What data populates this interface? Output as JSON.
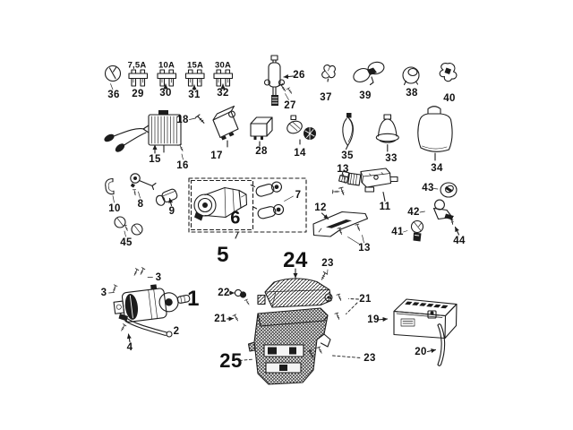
{
  "page": {
    "background": "#ffffff",
    "ink": "#1c1c1c"
  },
  "diagram": {
    "type": "exploded-parts-diagram",
    "fuse_ratings": [
      "7,5A",
      "10A",
      "15A",
      "30A"
    ],
    "callouts": [
      {
        "num": "36",
        "part": "grommet-clip"
      },
      {
        "num": "29",
        "part": "blade-fuse"
      },
      {
        "num": "30",
        "part": "blade-fuse"
      },
      {
        "num": "31",
        "part": "blade-fuse"
      },
      {
        "num": "32",
        "part": "blade-fuse"
      },
      {
        "num": "26",
        "part": "cylindrical-unit"
      },
      {
        "num": "27",
        "part": "screw-pair"
      },
      {
        "num": "37",
        "part": "retaining-clip"
      },
      {
        "num": "39",
        "part": "retaining-clip"
      },
      {
        "num": "38",
        "part": "retaining-clip"
      },
      {
        "num": "40",
        "part": "retaining-clip"
      },
      {
        "num": "15",
        "part": "voltage-regulator"
      },
      {
        "num": "18",
        "part": "screw"
      },
      {
        "num": "17",
        "part": "relay"
      },
      {
        "num": "16",
        "part": "screw"
      },
      {
        "num": "28",
        "part": "relay"
      },
      {
        "num": "14",
        "part": "connector-pair"
      },
      {
        "num": "13",
        "part": "screw-pair"
      },
      {
        "num": "35",
        "part": "cable-loop"
      },
      {
        "num": "33",
        "part": "reservoir-cap"
      },
      {
        "num": "34",
        "part": "rubber-cover"
      },
      {
        "num": "10",
        "part": "clip"
      },
      {
        "num": "8",
        "part": "switch"
      },
      {
        "num": "9",
        "part": "plug-connector"
      },
      {
        "num": "45",
        "part": "clip-pair"
      },
      {
        "num": "6",
        "part": "motor-unit"
      },
      {
        "num": "7",
        "part": "mounting-sleeves"
      },
      {
        "num": "5",
        "part": "motor-assembly-group"
      },
      {
        "num": "12",
        "part": "support-bracket"
      },
      {
        "num": "13",
        "part": "screw-pair"
      },
      {
        "num": "11",
        "part": "ignition-switch"
      },
      {
        "num": "43",
        "part": "grommet"
      },
      {
        "num": "42",
        "part": "bracket-clip"
      },
      {
        "num": "41",
        "part": "clamp"
      },
      {
        "num": "44",
        "part": "screw"
      },
      {
        "num": "3",
        "part": "bolt-pair"
      },
      {
        "num": "3",
        "part": "bolt"
      },
      {
        "num": "1",
        "part": "starter-motor"
      },
      {
        "num": "2",
        "part": "starter-cable"
      },
      {
        "num": "4",
        "part": "bolt"
      },
      {
        "num": "24",
        "part": "fuse-box-cover"
      },
      {
        "num": "23",
        "part": "screw"
      },
      {
        "num": "22",
        "part": "clip"
      },
      {
        "num": "21",
        "part": "screw"
      },
      {
        "num": "21",
        "part": "screw-pair"
      },
      {
        "num": "25",
        "part": "fuse-box"
      },
      {
        "num": "23",
        "part": "screw-pair"
      },
      {
        "num": "19",
        "part": "battery"
      },
      {
        "num": "20",
        "part": "battery-retainer-rod"
      }
    ]
  }
}
